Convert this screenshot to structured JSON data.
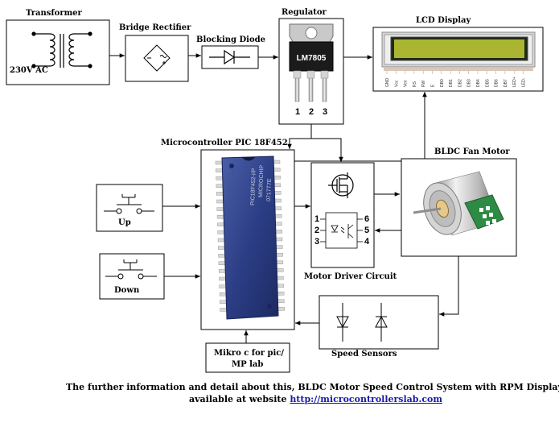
{
  "labels": {
    "transformer": "Transformer",
    "input_voltage": "230V AC",
    "bridge_rectifier": "Bridge Rectifier",
    "blocking_diode": "Blocking Diode",
    "regulator": "Regulator",
    "regulator_part": "LM7805",
    "regulator_pins": [
      "1",
      "2",
      "3"
    ],
    "lcd_display": "LCD Display",
    "lcd_pins": [
      "GND",
      "Vcc",
      "Vee",
      "RS",
      "RW",
      "E",
      "DB0",
      "DB1",
      "DB2",
      "DB3",
      "DB4",
      "DB5",
      "DB6",
      "DB7",
      "LED+",
      "LED-"
    ],
    "microcontroller": "Microcontroller PIC 18F452",
    "chip_text": [
      "PIC18F452-I/P",
      "MICROCHIP",
      "0717T7E"
    ],
    "bldc_motor": "BLDC Fan Motor",
    "motor_driver": "Motor Driver Circuit",
    "optocoupler_pins": [
      "1",
      "2",
      "3",
      "6",
      "5",
      "4"
    ],
    "up_button": "Up",
    "down_button": "Down",
    "speed_sensors": "Speed Sensors",
    "software_line1": "Mikro c for pic/",
    "software_line2": "MP lab"
  },
  "footer": {
    "line1": "The further information and detail about this, BLDC Motor Speed Control System with RPM Display is",
    "line2_prefix": "available at website ",
    "link": "http://microcontrollerslab.com"
  }
}
